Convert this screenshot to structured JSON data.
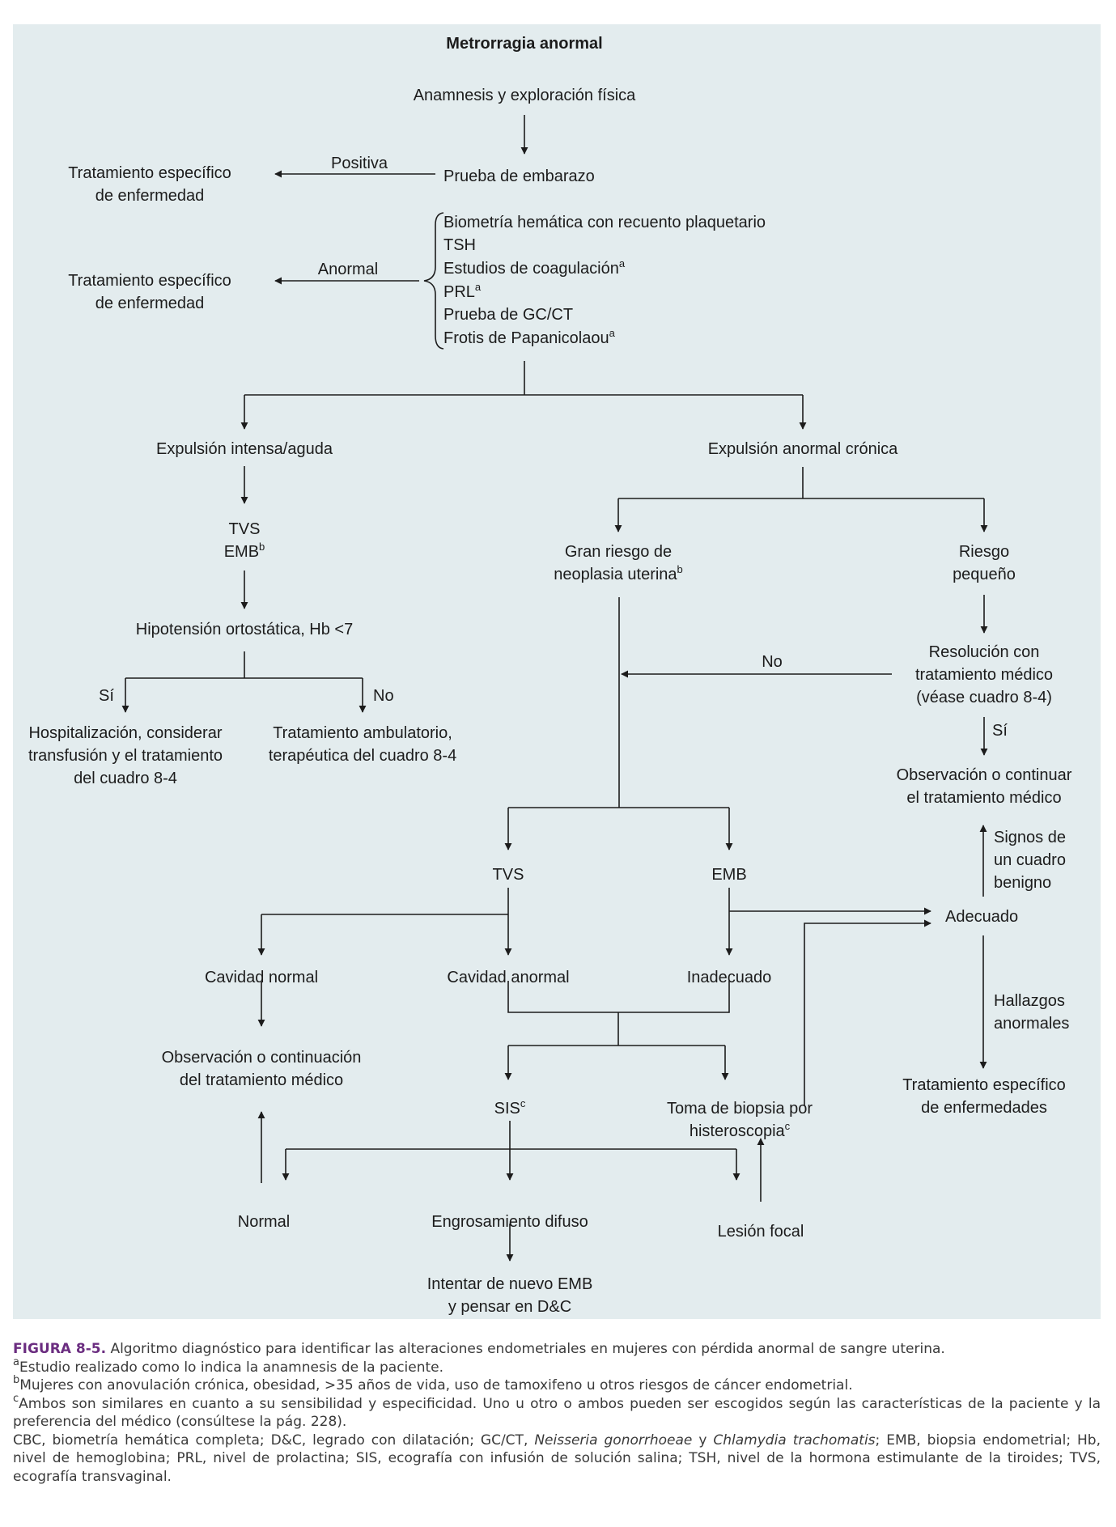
{
  "diagram": {
    "title": "Metrorragia anormal",
    "start": "Anamnesis y exploración física",
    "pregnancy_test": "Prueba de embarazo",
    "positive_label": "Positiva",
    "treatment_specific_1": [
      "Tratamiento específico",
      "de enfermedad"
    ],
    "abnormal_label": "Anormal",
    "treatment_specific_2": [
      "Tratamiento específico",
      "de enfermedad"
    ],
    "lab_tests": [
      {
        "text": "Biometría hemática con recuento plaquetario",
        "sup": ""
      },
      {
        "text": "TSH",
        "sup": ""
      },
      {
        "text": "Estudios de coagulación",
        "sup": "a"
      },
      {
        "text": "PRL",
        "sup": "a"
      },
      {
        "text": "Prueba de GC/CT",
        "sup": ""
      },
      {
        "text": "Frotis de Papanicolaou",
        "sup": "a"
      }
    ],
    "heavy_acute": "Expulsión intensa/aguda",
    "chronic": "Expulsión anormal crónica",
    "tvs_emb": [
      "TVS",
      "EMB"
    ],
    "tvs_emb_sup": "b",
    "hypotension": "Hipotensión ortostática, Hb <7",
    "yes_1": "Sí",
    "no_1": "No",
    "hospitalization": [
      "Hospitalización, considerar",
      "transfusión y el tratamiento",
      "del cuadro 8-4"
    ],
    "ambulatory": [
      "Tratamiento ambulatorio,",
      "terapéutica del cuadro 8-4"
    ],
    "high_risk": [
      "Gran riesgo de",
      "neoplasia uterina"
    ],
    "high_risk_sup": "b",
    "low_risk": [
      "Riesgo",
      "pequeño"
    ],
    "no_2": "No",
    "resolution": [
      "Resolución con",
      "tratamiento médico",
      "(véase cuadro 8-4)"
    ],
    "yes_2": "Sí",
    "observation_right": [
      "Observación o continuar",
      "el tratamiento médico"
    ],
    "benign_signs": [
      "Signos de",
      "un cuadro",
      "benigno"
    ],
    "tvs": "TVS",
    "emb": "EMB",
    "adequate": "Adecuado",
    "normal_cavity": "Cavidad normal",
    "abnormal_cavity": "Cavidad anormal",
    "inadequate": "Inadecuado",
    "abnormal_findings": [
      "Hallazgos",
      "anormales"
    ],
    "observation_left": [
      "Observación o continuación",
      "del tratamiento médico"
    ],
    "sis": "SIS",
    "sis_sup": "c",
    "hysteroscopy": [
      "Toma de biopsia por",
      "histeroscopia"
    ],
    "hysteroscopy_sup": "c",
    "specific_diseases": [
      "Tratamiento específico",
      "de enfermedades"
    ],
    "normal": "Normal",
    "diffuse": "Engrosamiento difuso",
    "focal": "Lesión focal",
    "retry": [
      "Intentar de nuevo EMB",
      "y pensar en D&C"
    ]
  },
  "caption": {
    "figure_label": "FIGURA 8-5.",
    "figure_text": "Algoritmo diagnóstico para identificar las alteraciones endometriales en mujeres con pérdida anormal de sangre uterina.",
    "notes": [
      {
        "mark": "a",
        "text": "Estudio realizado como lo indica la anamnesis de la paciente."
      },
      {
        "mark": "b",
        "text": "Mujeres con anovulación crónica, obesidad, >35 años de vida, uso de tamoxifeno u otros riesgos de cáncer endometrial."
      },
      {
        "mark": "c",
        "text": "Ambos son similares en cuanto a su sensibilidad y especificidad. Uno u otro o ambos pueden ser escogidos según las características de la paciente y la preferencia del médico (consúltese la pág. 228)."
      }
    ],
    "abbr_parts": [
      "CBC, biometría hemática completa; D&C, legrado con dilatación; GC/CT, ",
      "Neisseria gonorrhoeae",
      " y ",
      "Chlamydia trachomatis",
      "; EMB, biopsia endometrial; Hb, nivel de hemoglobina; PRL, nivel de prolactina; SIS, ecografía con infusión de solución salina; TSH, nivel de la hormona estimulante de la tiroides; TVS, ecografía transvaginal."
    ]
  },
  "colors": {
    "panel_background": "#e3ecee",
    "figure_label": "#6b2d80",
    "line": "#1c1c1c"
  }
}
